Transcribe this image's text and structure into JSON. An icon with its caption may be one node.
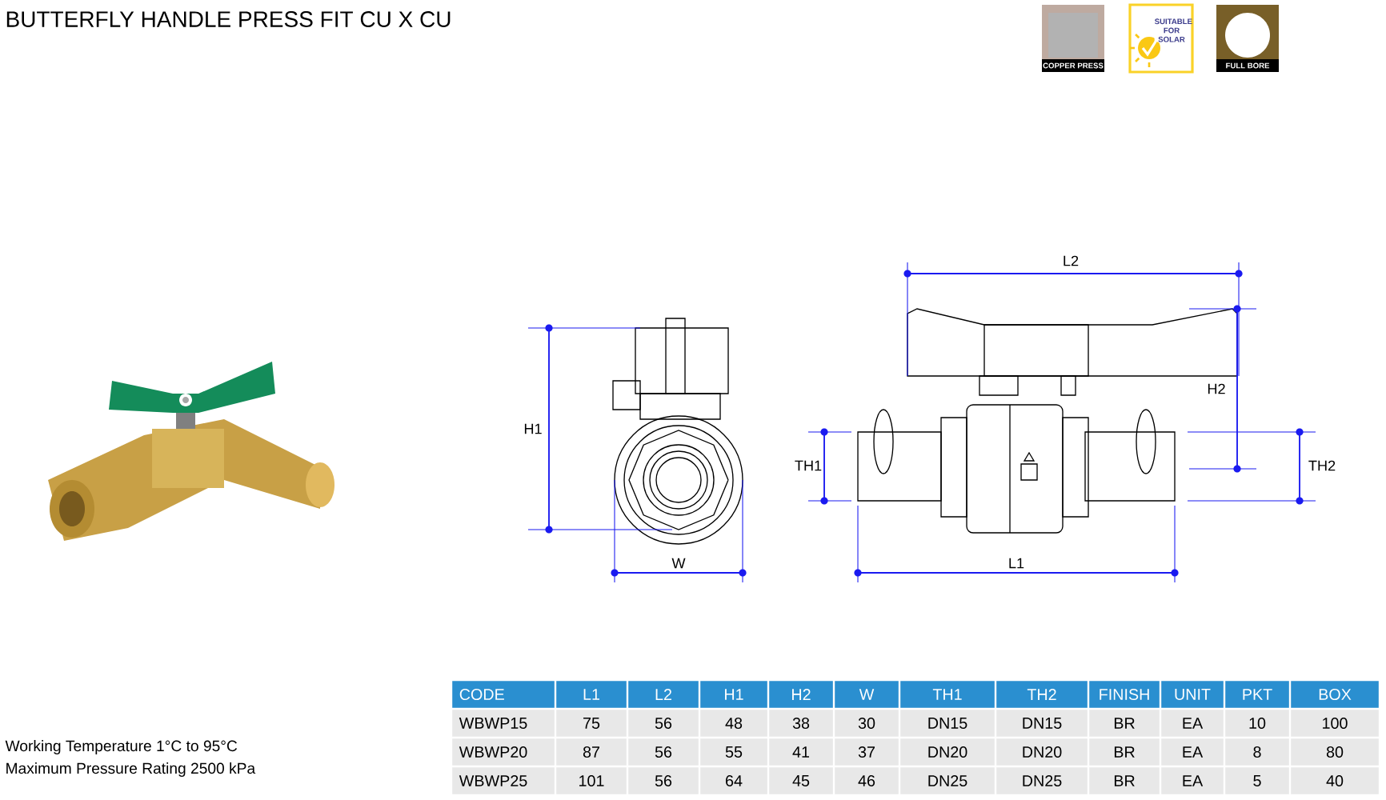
{
  "diagram": {
    "title": "BUTTERFLY HANDLE PRESS FIT CU X CU",
    "labels": [
      "COPPER PRESS",
      "SUITABLE FOR SOLAR",
      "FULL BORE",
      "L2",
      "H1",
      "H2",
      "TH1",
      "TH2",
      "W",
      "L1",
      "CODE",
      "L1",
      "L2",
      "H1",
      "H2",
      "W",
      "TH1",
      "TH2",
      "FINISH",
      "UNIT",
      "PKT",
      "BOX",
      "WBWP15",
      "75",
      "56",
      "48",
      "38",
      "30",
      "DN15",
      "DN15",
      "BR",
      "EA",
      "10",
      "100",
      "WBWP20",
      "87",
      "56",
      "55",
      "41",
      "37",
      "DN20",
      "DN20",
      "BR",
      "EA",
      "8",
      "80",
      "WBWP25",
      "101",
      "56",
      "64",
      "45",
      "46",
      "DN25",
      "DN25",
      "BR",
      "EA",
      "5",
      "40",
      "Working Temperature  1°C to 95°C",
      "Maximum Pressure Rating  2500 kPa"
    ]
  }
}
